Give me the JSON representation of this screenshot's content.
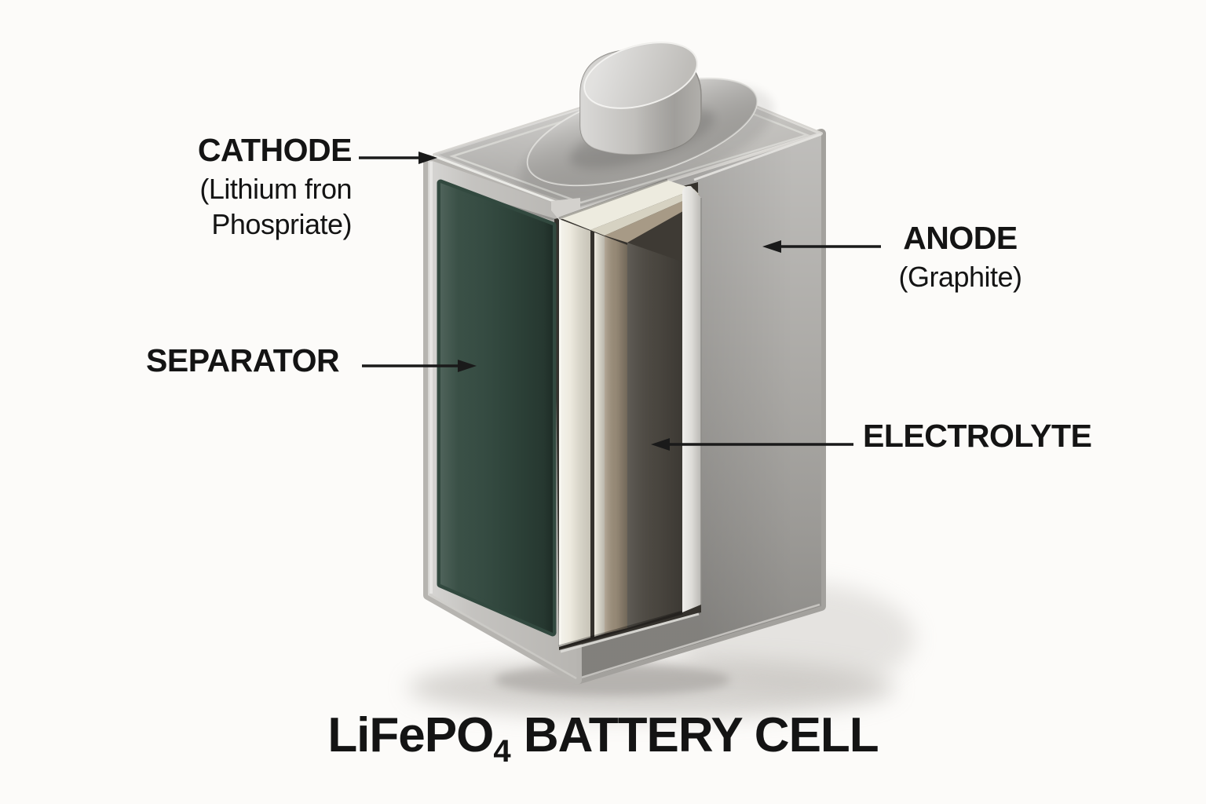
{
  "diagram": {
    "title": {
      "formula_prefix": "LiFePO",
      "formula_subscript": "4",
      "title_rest": " BATTERY CELL"
    },
    "callouts": {
      "cathode": {
        "label": "CATHODE",
        "detail_line1": "(Lithium fron",
        "detail_line2": "Phospriate)"
      },
      "separator": {
        "label": "SEPARATOR"
      },
      "anode": {
        "label": "ANODE",
        "detail": "(Graphite)"
      },
      "electrolyte": {
        "label": "ELECTROLYTE"
      }
    }
  },
  "colors": {
    "background": "#fcfbf9",
    "text": "#141414",
    "arrow": "#1a1a1a",
    "case-silver": "#b6b4b0",
    "anode-silver": "#a3a19d",
    "cathode-green": "#32493f",
    "separator-cream": "#e9e5d7",
    "inner-tan": "#a2947f",
    "electrolyte-dark": "#4e4a43"
  }
}
